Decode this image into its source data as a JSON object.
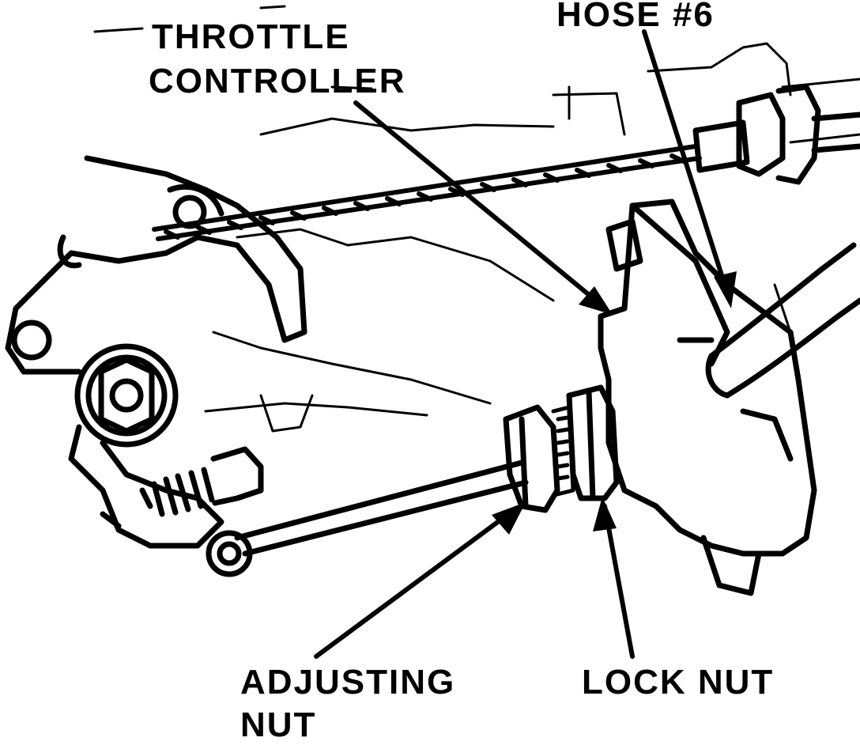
{
  "labels": {
    "throttle_controller_line1": "THROTTLE",
    "throttle_controller_line2": "CONTROLLER",
    "hose": "HOSE #6",
    "adjusting_nut_line1": "ADJUSTING",
    "adjusting_nut_line2": "NUT",
    "lock_nut": "LOCK NUT"
  },
  "colors": {
    "ink": "#000000",
    "paper": "#ffffff"
  }
}
